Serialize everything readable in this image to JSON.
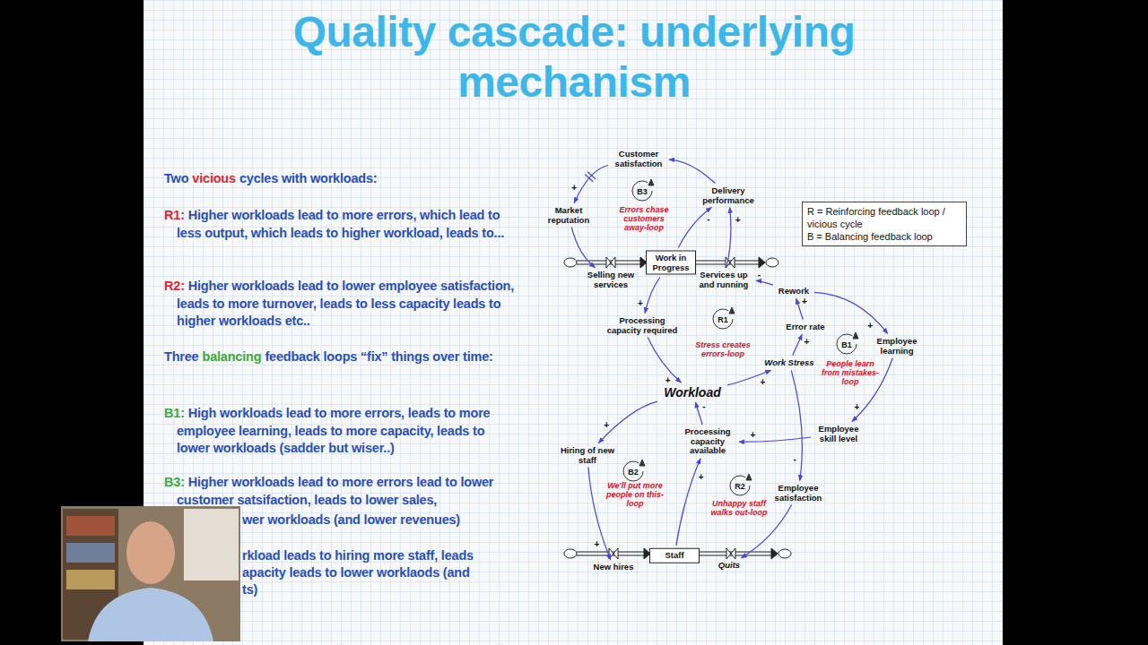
{
  "diagram": {
    "title": "Quality cascade: underlying mechanism",
    "nodes": [
      {
        "text": [
          "Customer satisfaction"
        ]
      },
      {
        "text": [
          "Market reputation"
        ]
      },
      {
        "text": [
          "Delivery performance"
        ]
      },
      {
        "text": [
          "Selling new services"
        ]
      },
      {
        "text": [
          "Work in Progress"
        ]
      },
      {
        "text": [
          "Services up and running"
        ]
      },
      {
        "text": [
          "Rework"
        ]
      },
      {
        "text": [
          "Processing capacity required"
        ]
      },
      {
        "text": [
          "Error rate"
        ]
      },
      {
        "text": [
          "Employee learning"
        ]
      },
      {
        "text": [
          "Work Stress"
        ]
      },
      {
        "text": [
          "Workload"
        ]
      },
      {
        "text": [
          "Employee skill level"
        ]
      },
      {
        "text": [
          "Hiring of new staff"
        ]
      },
      {
        "text": [
          "Processing capacity available"
        ]
      },
      {
        "text": [
          "Employee satisfaction"
        ]
      },
      {
        "text": [
          "New hires"
        ]
      },
      {
        "text": [
          "Staff"
        ]
      },
      {
        "text": [
          "Quits"
        ]
      },
      {
        "text": [
          "R = Reinforcing feedback loop / vicious cycle",
          "B = Balancing feedback loop"
        ]
      }
    ],
    "edges": [
      {
        "from": 0,
        "to": 1,
        "arrow": "to",
        "label": "+"
      },
      {
        "from": 1,
        "to": 3,
        "arrow": "to"
      },
      {
        "from": 2,
        "to": 0,
        "arrow": "to"
      },
      {
        "from": 4,
        "to": 2,
        "arrow": "to",
        "label": "-"
      },
      {
        "from": 5,
        "to": 2,
        "arrow": "to",
        "label": "+"
      },
      {
        "from": 4,
        "to": 7,
        "arrow": "to",
        "label": "+"
      },
      {
        "from": 7,
        "to": 11,
        "arrow": "to",
        "label": "+"
      },
      {
        "from": 11,
        "to": 10,
        "arrow": "to",
        "label": "+"
      },
      {
        "from": 10,
        "to": 8,
        "arrow": "to",
        "label": "+"
      },
      {
        "from": 8,
        "to": 6,
        "arrow": "to",
        "label": "+"
      },
      {
        "from": 6,
        "to": 5,
        "arrow": "to",
        "label": "-"
      },
      {
        "from": 6,
        "to": 9,
        "arrow": "to",
        "label": "+"
      },
      {
        "from": 9,
        "to": 12,
        "arrow": "to",
        "label": "+"
      },
      {
        "from": 12,
        "to": 14,
        "arrow": "to",
        "label": "+"
      },
      {
        "from": 14,
        "to": 11,
        "arrow": "to",
        "label": "-"
      },
      {
        "from": 11,
        "to": 13,
        "arrow": "to",
        "label": "+"
      },
      {
        "from": 13,
        "to": 16,
        "arrow": "to",
        "label": "+"
      },
      {
        "from": 17,
        "to": 14,
        "arrow": "to",
        "label": "+"
      },
      {
        "from": 10,
        "to": 15,
        "arrow": "to",
        "label": "-"
      },
      {
        "from": 15,
        "to": 18,
        "arrow": "to"
      }
    ],
    "labels": [
      "Two",
      "vicious",
      "cycles with workloads:",
      "R1:",
      "Higher workloads lead to more errors, which lead to less output, which leads to higher workload, leads to...",
      "R2:",
      "Higher workloads lead to lower employee satisfaction, leads to more turnover, leads to less capacity leads to higher workloads etc..",
      "Three",
      "balancing",
      "feedback loops “fix” things over time:",
      "B1:",
      "High workloads lead to more errors, leads to more employee learning, leads to more capacity, leads to lower workloads (sadder but wiser..)",
      "B3:",
      "Higher workloads lead to more errors lead to lower customer satsifaction, leads to lower sales,",
      "wer workloads (and lower revenues)",
      "rkload leads to hiring more staff, leads",
      "apacity leads to lower worklaods (and",
      "ts)",
      "B3",
      "Errors chase customers away-loop",
      "R1",
      "Stress creates errors-loop",
      "B1",
      "People learn from mistakes-loop",
      "B2",
      "We'll put more people on this-loop",
      "R2",
      "Unhappy staff walks out-loop"
    ]
  }
}
